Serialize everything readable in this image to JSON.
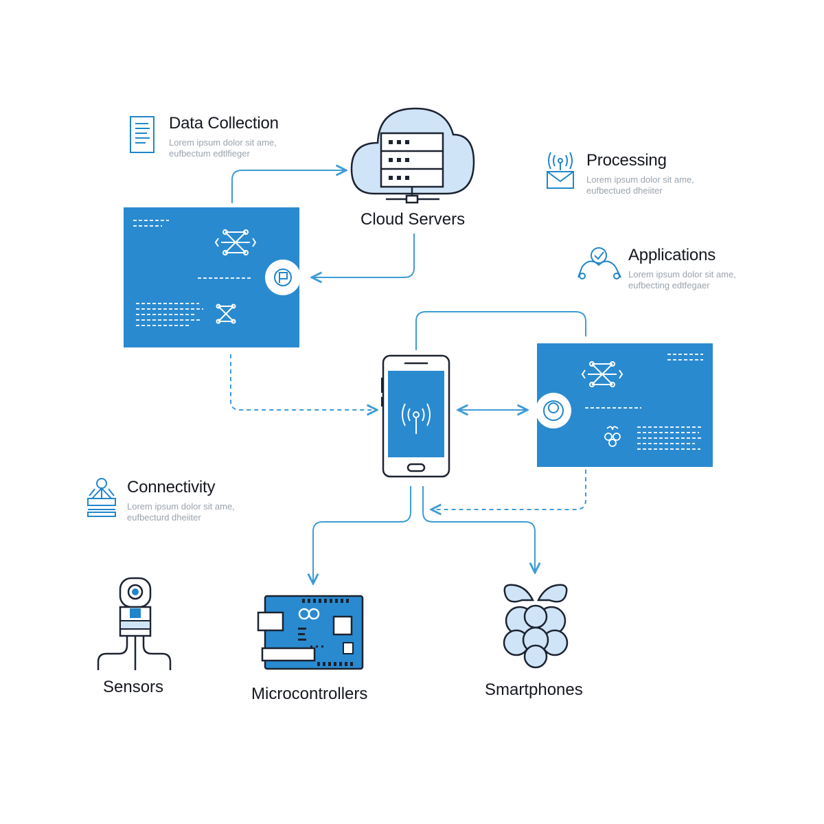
{
  "colors": {
    "accent": "#1f86cc",
    "panel": "#2a8ad0",
    "line": "#3d9bd6",
    "icon_stroke": "#1b2230",
    "light_fill": "#cfe4f6"
  },
  "legend": {
    "data_collection": {
      "icon": "document-icon",
      "title": "Data Collection",
      "desc_line1": "Lorem ipsum dolor sit ame,",
      "desc_line2": "eufbectum edtlfieger"
    },
    "processing": {
      "icon": "antenna-envelope-icon",
      "title": "Processing",
      "desc_line1": "Lorem ipsum dolor sit ame,",
      "desc_line2": "eufbectued dheiiter"
    },
    "applications": {
      "icon": "people-check-icon",
      "title": "Applications",
      "desc_line1": "Lorem ipsum dolor sit ame,",
      "desc_line2": "eufbecting edtfegaer"
    },
    "connectivity": {
      "icon": "network-hub-icon",
      "title": "Connectivity",
      "desc_line1": "Lorem ipsum dolor sit ame,",
      "desc_line2": "eufbecturd dheiiter"
    }
  },
  "nodes": {
    "cloud": {
      "icon": "cloud-server-icon",
      "label": "Cloud Servers"
    },
    "phone": {
      "icon": "smartphone-signal-icon"
    },
    "sensors": {
      "icon": "sensor-icon",
      "label": "Sensors"
    },
    "microcontrollers": {
      "icon": "microcontroller-board-icon",
      "label": "Microcontrollers"
    },
    "smartphones": {
      "icon": "raspberry-icon",
      "label": "Smartphones"
    }
  },
  "panels": {
    "left": {
      "icons": [
        "network-node-icon",
        "flag-circle-icon",
        "network-node-small-icon"
      ]
    },
    "right": {
      "icons": [
        "network-node-icon",
        "user-circle-icon",
        "raspberry-small-icon"
      ]
    }
  }
}
